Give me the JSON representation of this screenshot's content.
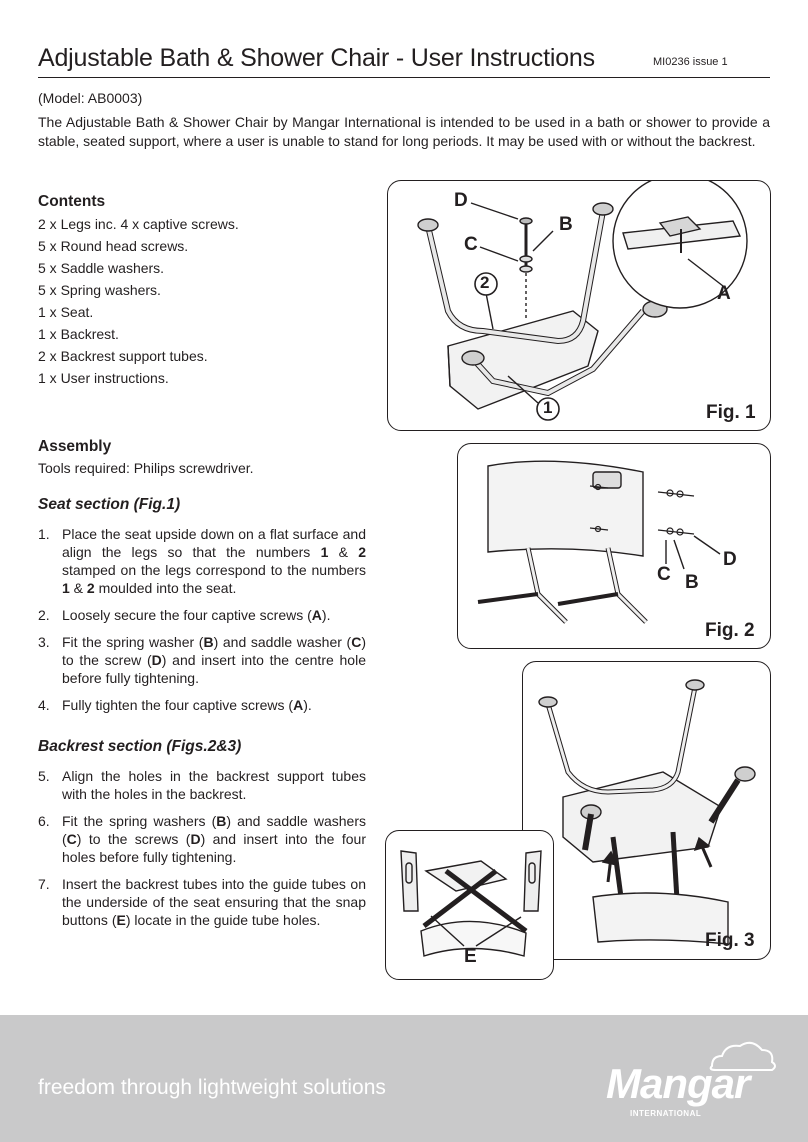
{
  "header": {
    "title": "Adjustable Bath & Shower Chair - User Instructions",
    "doc_ref": "MI0236 issue 1"
  },
  "model": "(Model: AB0003)",
  "intro": "The Adjustable Bath & Shower Chair by Mangar International is intended to be used in a bath or shower to provide a stable, seated support, where a user is unable to stand for long periods. It may be used with or without the backrest.",
  "contents": {
    "heading": "Contents",
    "items": [
      "2 x Legs inc. 4 x captive screws.",
      "5 x Round head screws.",
      "5 x Saddle washers.",
      "5 x Spring washers.",
      "1 x Seat.",
      "1 x Backrest.",
      "2 x Backrest support tubes.",
      "1 x User instructions."
    ]
  },
  "assembly": {
    "heading": "Assembly",
    "tools": "Tools required: Philips screwdriver.",
    "seat_section": {
      "heading": "Seat section (Fig.1)",
      "steps": [
        {
          "num": "1.",
          "parts": [
            "Place the seat upside down on a flat surface and align the legs so that the numbers ",
            "1",
            " & ",
            "2",
            " stamped on the legs correspond to the numbers ",
            "1",
            " & ",
            "2",
            " moulded into the seat."
          ]
        },
        {
          "num": "2.",
          "parts": [
            "Loosely secure the four captive screws (",
            "A",
            ")."
          ]
        },
        {
          "num": "3.",
          "parts": [
            "Fit the spring washer (",
            "B",
            ") and saddle washer (",
            "C",
            ") to the screw (",
            "D",
            ") and insert into the centre hole before fully tightening."
          ]
        },
        {
          "num": "4.",
          "parts": [
            "Fully tighten the four captive screws (",
            "A",
            ")."
          ]
        }
      ]
    },
    "backrest_section": {
      "heading": "Backrest section (Figs.2&3)",
      "steps": [
        {
          "num": "5.",
          "parts": [
            "Align the holes in the backrest support tubes with the holes in the backrest."
          ]
        },
        {
          "num": "6.",
          "parts": [
            "Fit the spring washers (",
            "B",
            ") and saddle washers (",
            "C",
            ") to the screws (",
            "D",
            ") and insert into the four holes before fully tightening."
          ]
        },
        {
          "num": "7.",
          "parts": [
            "Insert the backrest tubes into the guide tubes on the underside of the seat ensuring that the snap buttons (",
            "E",
            ") locate in the guide tube holes."
          ]
        }
      ]
    }
  },
  "figures": {
    "fig1": {
      "label": "Fig. 1",
      "callouts": {
        "a": "A",
        "b": "B",
        "c": "C",
        "d": "D",
        "n1": "1",
        "n2": "2"
      }
    },
    "fig2": {
      "label": "Fig. 2",
      "callouts": {
        "b": "B",
        "c": "C",
        "d": "D"
      }
    },
    "fig3": {
      "label": "Fig. 3"
    },
    "detail": {
      "callouts": {
        "e": "E"
      }
    }
  },
  "footer": {
    "tagline": "freedom through lightweight solutions",
    "logo_text": "Mangar",
    "logo_sub": "INTERNATIONAL",
    "color": "#c9c9ca"
  }
}
